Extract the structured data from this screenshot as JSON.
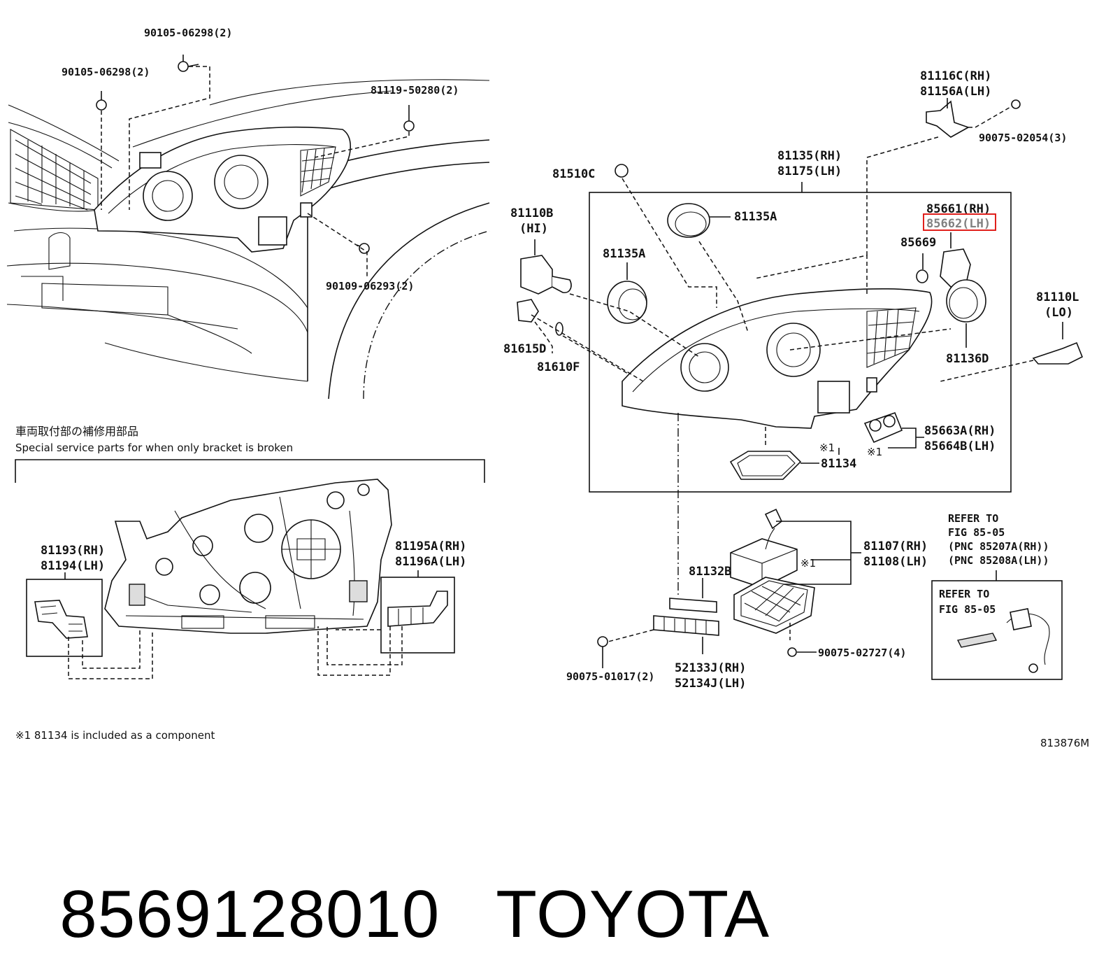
{
  "labels": {
    "p90105_top": "90105-06298(2)",
    "p90105_left": "90105-06298(2)",
    "p81119": "81119-50280(2)",
    "p90109": "90109-06293(2)",
    "p81116": "81116C(RH)",
    "p81156": "81156A(LH)",
    "p90075_02054": "90075-02054(3)",
    "p81135rh": "81135(RH)",
    "p81175lh": "81175(LH)",
    "p81510c": "81510C",
    "p81135a_1": "81135A",
    "p81135a_2": "81135A",
    "p81110b": "81110B",
    "p81110b_hi": "(HI)",
    "p85661": "85661(RH)",
    "p85662": "85662(LH)",
    "p85669": "85669",
    "p81110l": "81110L",
    "p81110l_lo": "(LO)",
    "p81615d": "81615D",
    "p81610f": "81610F",
    "p81136d": "81136D",
    "p85663a": "85663A(RH)",
    "p85664b": "85664B(LH)",
    "p81134": "81134",
    "mark1a": "※1",
    "mark1b": "※1",
    "mark1c": "※1",
    "p81107": "81107(RH)",
    "p81108": "81108(LH)",
    "p81132b": "81132B",
    "p90075_02727": "90075-02727(4)",
    "p90075_01017": "90075-01017(2)",
    "p52133j": "52133J(RH)",
    "p52134j": "52134J(LH)",
    "p81193": "81193(RH)",
    "p81194": "81194(LH)",
    "p81195a": "81195A(RH)",
    "p81196a": "81196A(LH)",
    "refer1_a": "REFER TO",
    "refer1_b": "FIG 85-05",
    "refer1_c": "(PNC 85207A(RH))",
    "refer1_d": "(PNC 85208A(LH))",
    "refer2_a": "REFER TO",
    "refer2_b": "FIG 85-05"
  },
  "notes": {
    "jp_title": "車両取付部の補修用部品",
    "en_title": "Special service parts for when only bracket is broken",
    "footnote": "※1 81134 is included as a component",
    "fig_code": "813876M"
  },
  "highlight": {
    "label": "85662(LH)",
    "color": "#e0201c"
  },
  "caption": {
    "part_number": "8569128010",
    "brand": "TOYOTA"
  }
}
